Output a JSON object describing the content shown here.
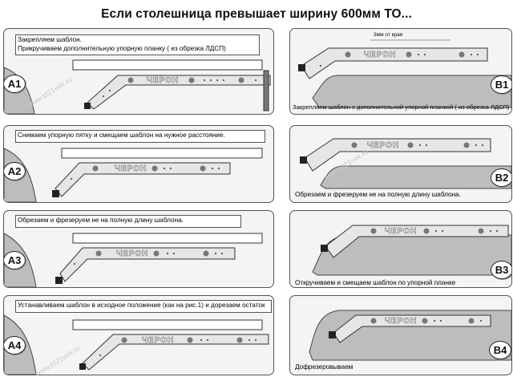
{
  "title": "Если столешница превышает ширину 600мм ТО...",
  "brand_text": "ЧЕРОН",
  "watermark": "www.td21vek.ru",
  "left_panels": [
    {
      "label": "A1",
      "caption_lines": [
        "Закрепляем шаблон.",
        "Прикручиваем дополнительную упорную планку ( из обрезка ЛДСП)"
      ]
    },
    {
      "label": "A2",
      "caption_lines": [
        "Снимаем упорную пятку и смещаем шаблон на нужное расстояние."
      ]
    },
    {
      "label": "A3",
      "caption_lines": [
        "Обрезаем и фрезеруем не на полную длину шаблона."
      ]
    },
    {
      "label": "A4",
      "caption_lines": [
        "Устанавливаем шаблон в исходное положение (как на рис.1) и дорезаем остаток"
      ]
    }
  ],
  "right_panels": [
    {
      "label": "B1",
      "note": "3мм от края",
      "caption": "Закрепляем шаблон с дополнительной упорной планкой ( из обрезка ЛДСП)"
    },
    {
      "label": "B2",
      "caption": "Обрезаем и фрезеруем не на полную длину шаблона."
    },
    {
      "label": "B3",
      "caption": "Откручиваем и смещаем шаблон по упорной планке"
    },
    {
      "label": "B4",
      "caption": "Дофрезеровываем"
    }
  ],
  "colors": {
    "panel_bg": "#f4f4f4",
    "template_fill": "#e6e6e6",
    "worktop_fill": "#bdbdbd",
    "stroke": "#333333"
  }
}
